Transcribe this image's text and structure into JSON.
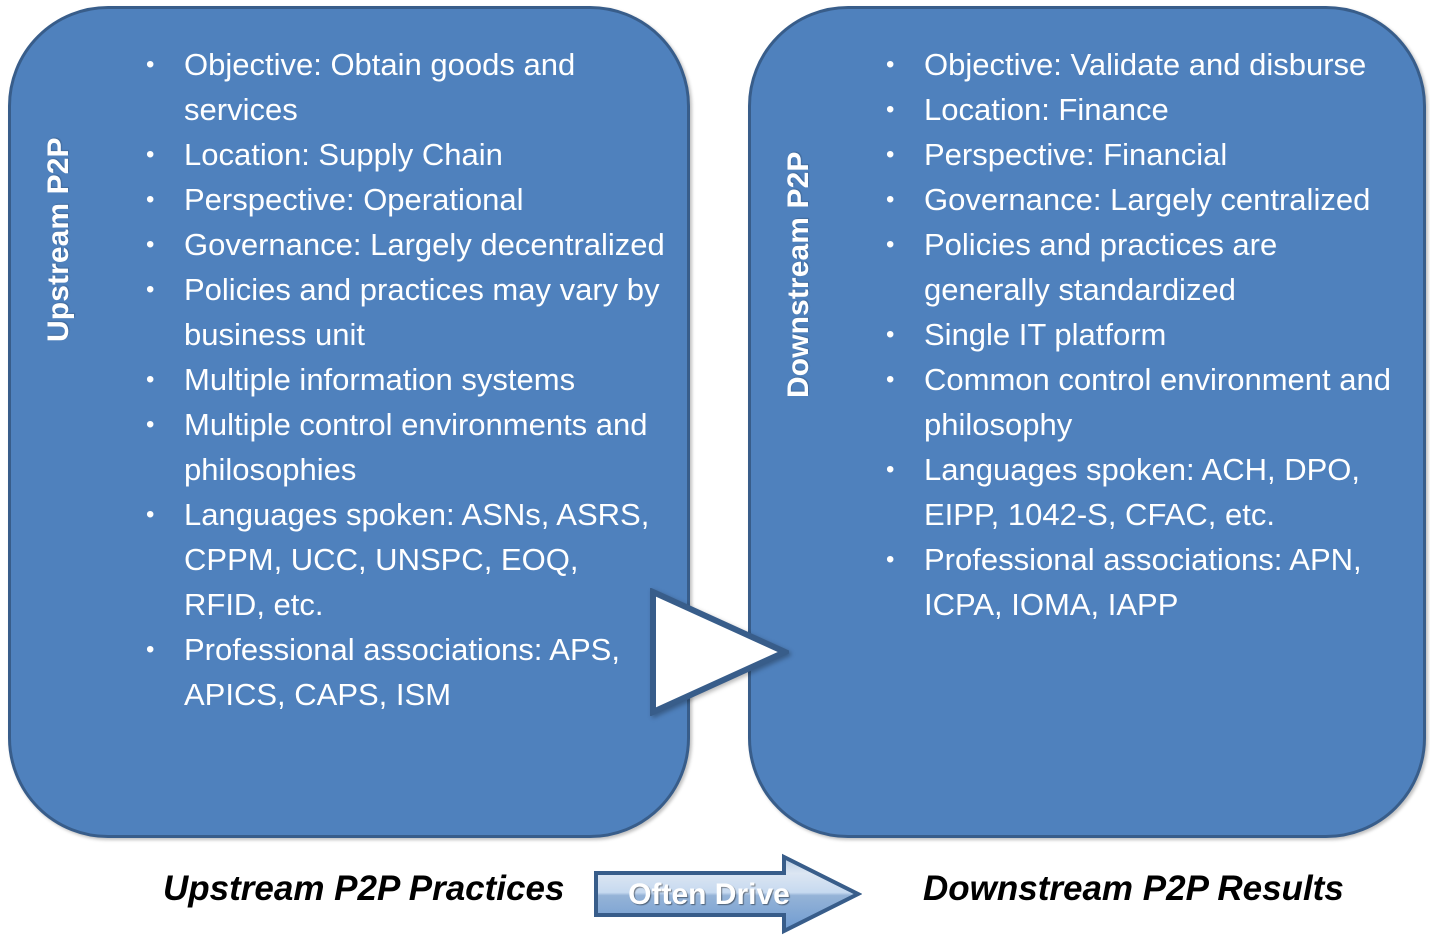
{
  "diagram": {
    "title": "Upstream vs Downstream P2P comparison",
    "colors": {
      "panel_fill": "#4F81BD",
      "panel_border": "#385D8A",
      "panel_text": "#FFFFFF",
      "caption_text": "#000000",
      "arrow_fill": "#FFFFFF",
      "arrow_border": "#385D8A"
    }
  },
  "panels": [
    {
      "side_label": "Upstream P2P",
      "bullets": [
        "Objective: Obtain goods and services",
        "Location: Supply Chain",
        "Perspective: Operational",
        "Governance: Largely decentralized",
        "Policies and practices may vary by business unit",
        "Multiple information systems",
        "Multiple control environments and philosophies",
        "Languages spoken: ASNs, ASRS, CPPM, UCC, UNSPC, EOQ, RFID, etc.",
        "Professional associations: APS, APICS, CAPS, ISM"
      ]
    },
    {
      "side_label": "Downstream P2P",
      "bullets": [
        "Objective: Validate and disburse",
        "Location: Finance",
        "Perspective: Financial",
        "Governance: Largely centralized",
        "Policies and practices are generally standardized",
        "Single IT platform",
        "Common control environment and philosophy",
        "Languages spoken: ACH, DPO, EIPP, 1042-S, CFAC, etc.",
        "Professional associations: APN, ICPA, IOMA, IAPP"
      ]
    }
  ],
  "footer": {
    "left_caption": "Upstream P2P Practices",
    "arrow_label": "Often Drive",
    "right_caption": "Downstream P2P Results"
  }
}
